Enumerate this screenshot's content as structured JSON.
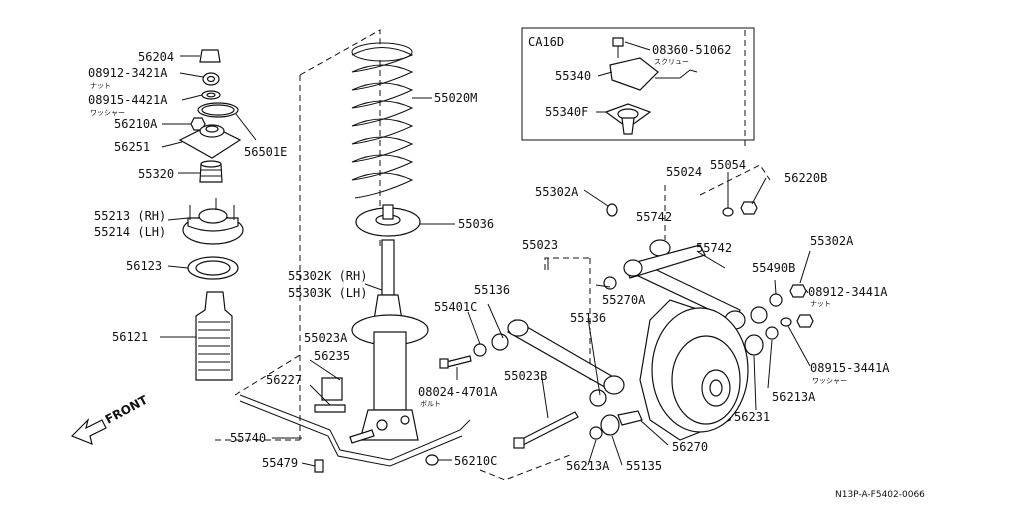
{
  "inset": {
    "engine_code": "CA16D"
  },
  "labels": {
    "p56204": "56204",
    "p08912_3421a": "08912-3421A",
    "p08915_4421a": "08915-4421A",
    "p56210a": "56210A",
    "p56251": "56251",
    "p56501e": "56501E",
    "p55320": "55320",
    "p55213": "55213 (RH)",
    "p55214": "55214 (LH)",
    "p56123": "56123",
    "p56121": "56121",
    "p55020m": "55020M",
    "p55036": "55036",
    "p55302k": "55302K (RH)",
    "p55303k": "55303K (LH)",
    "p08360_51062": "08360-51062",
    "p55340": "55340",
    "p55340f": "55340F",
    "p55302a_top": "55302A",
    "p55024": "55024",
    "p55054": "55054",
    "p56220b": "56220B",
    "p55742_a": "55742",
    "p55742_b": "55742",
    "p55023": "55023",
    "p55302a_right": "55302A",
    "p55490b": "55490B",
    "p08912_3441a": "08912-3441A",
    "p55136_a": "55136",
    "p55270a": "55270A",
    "p55401c": "55401C",
    "p55136_b": "55136",
    "p55023a": "55023A",
    "p56235": "56235",
    "p56227": "56227",
    "p08024_4701a": "08024-4701A",
    "p55023b": "55023B",
    "p08915_3441a": "08915-3441A",
    "p56213a_right": "56213A",
    "p56231": "56231",
    "p55740": "55740",
    "p55479": "55479",
    "p56210c": "56210C",
    "p56270": "56270",
    "p56213a_bottom": "56213A",
    "p55135": "55135"
  },
  "notes": {
    "nut_a": "ナット",
    "washer_a": "ワッシャー",
    "screw": "スクリュー",
    "bolt": "ボルト",
    "nut_b": "ナット",
    "washer_b": "ワッシャー"
  },
  "direction": "FRONT",
  "ref_code": "N13P-A-F5402-0066"
}
